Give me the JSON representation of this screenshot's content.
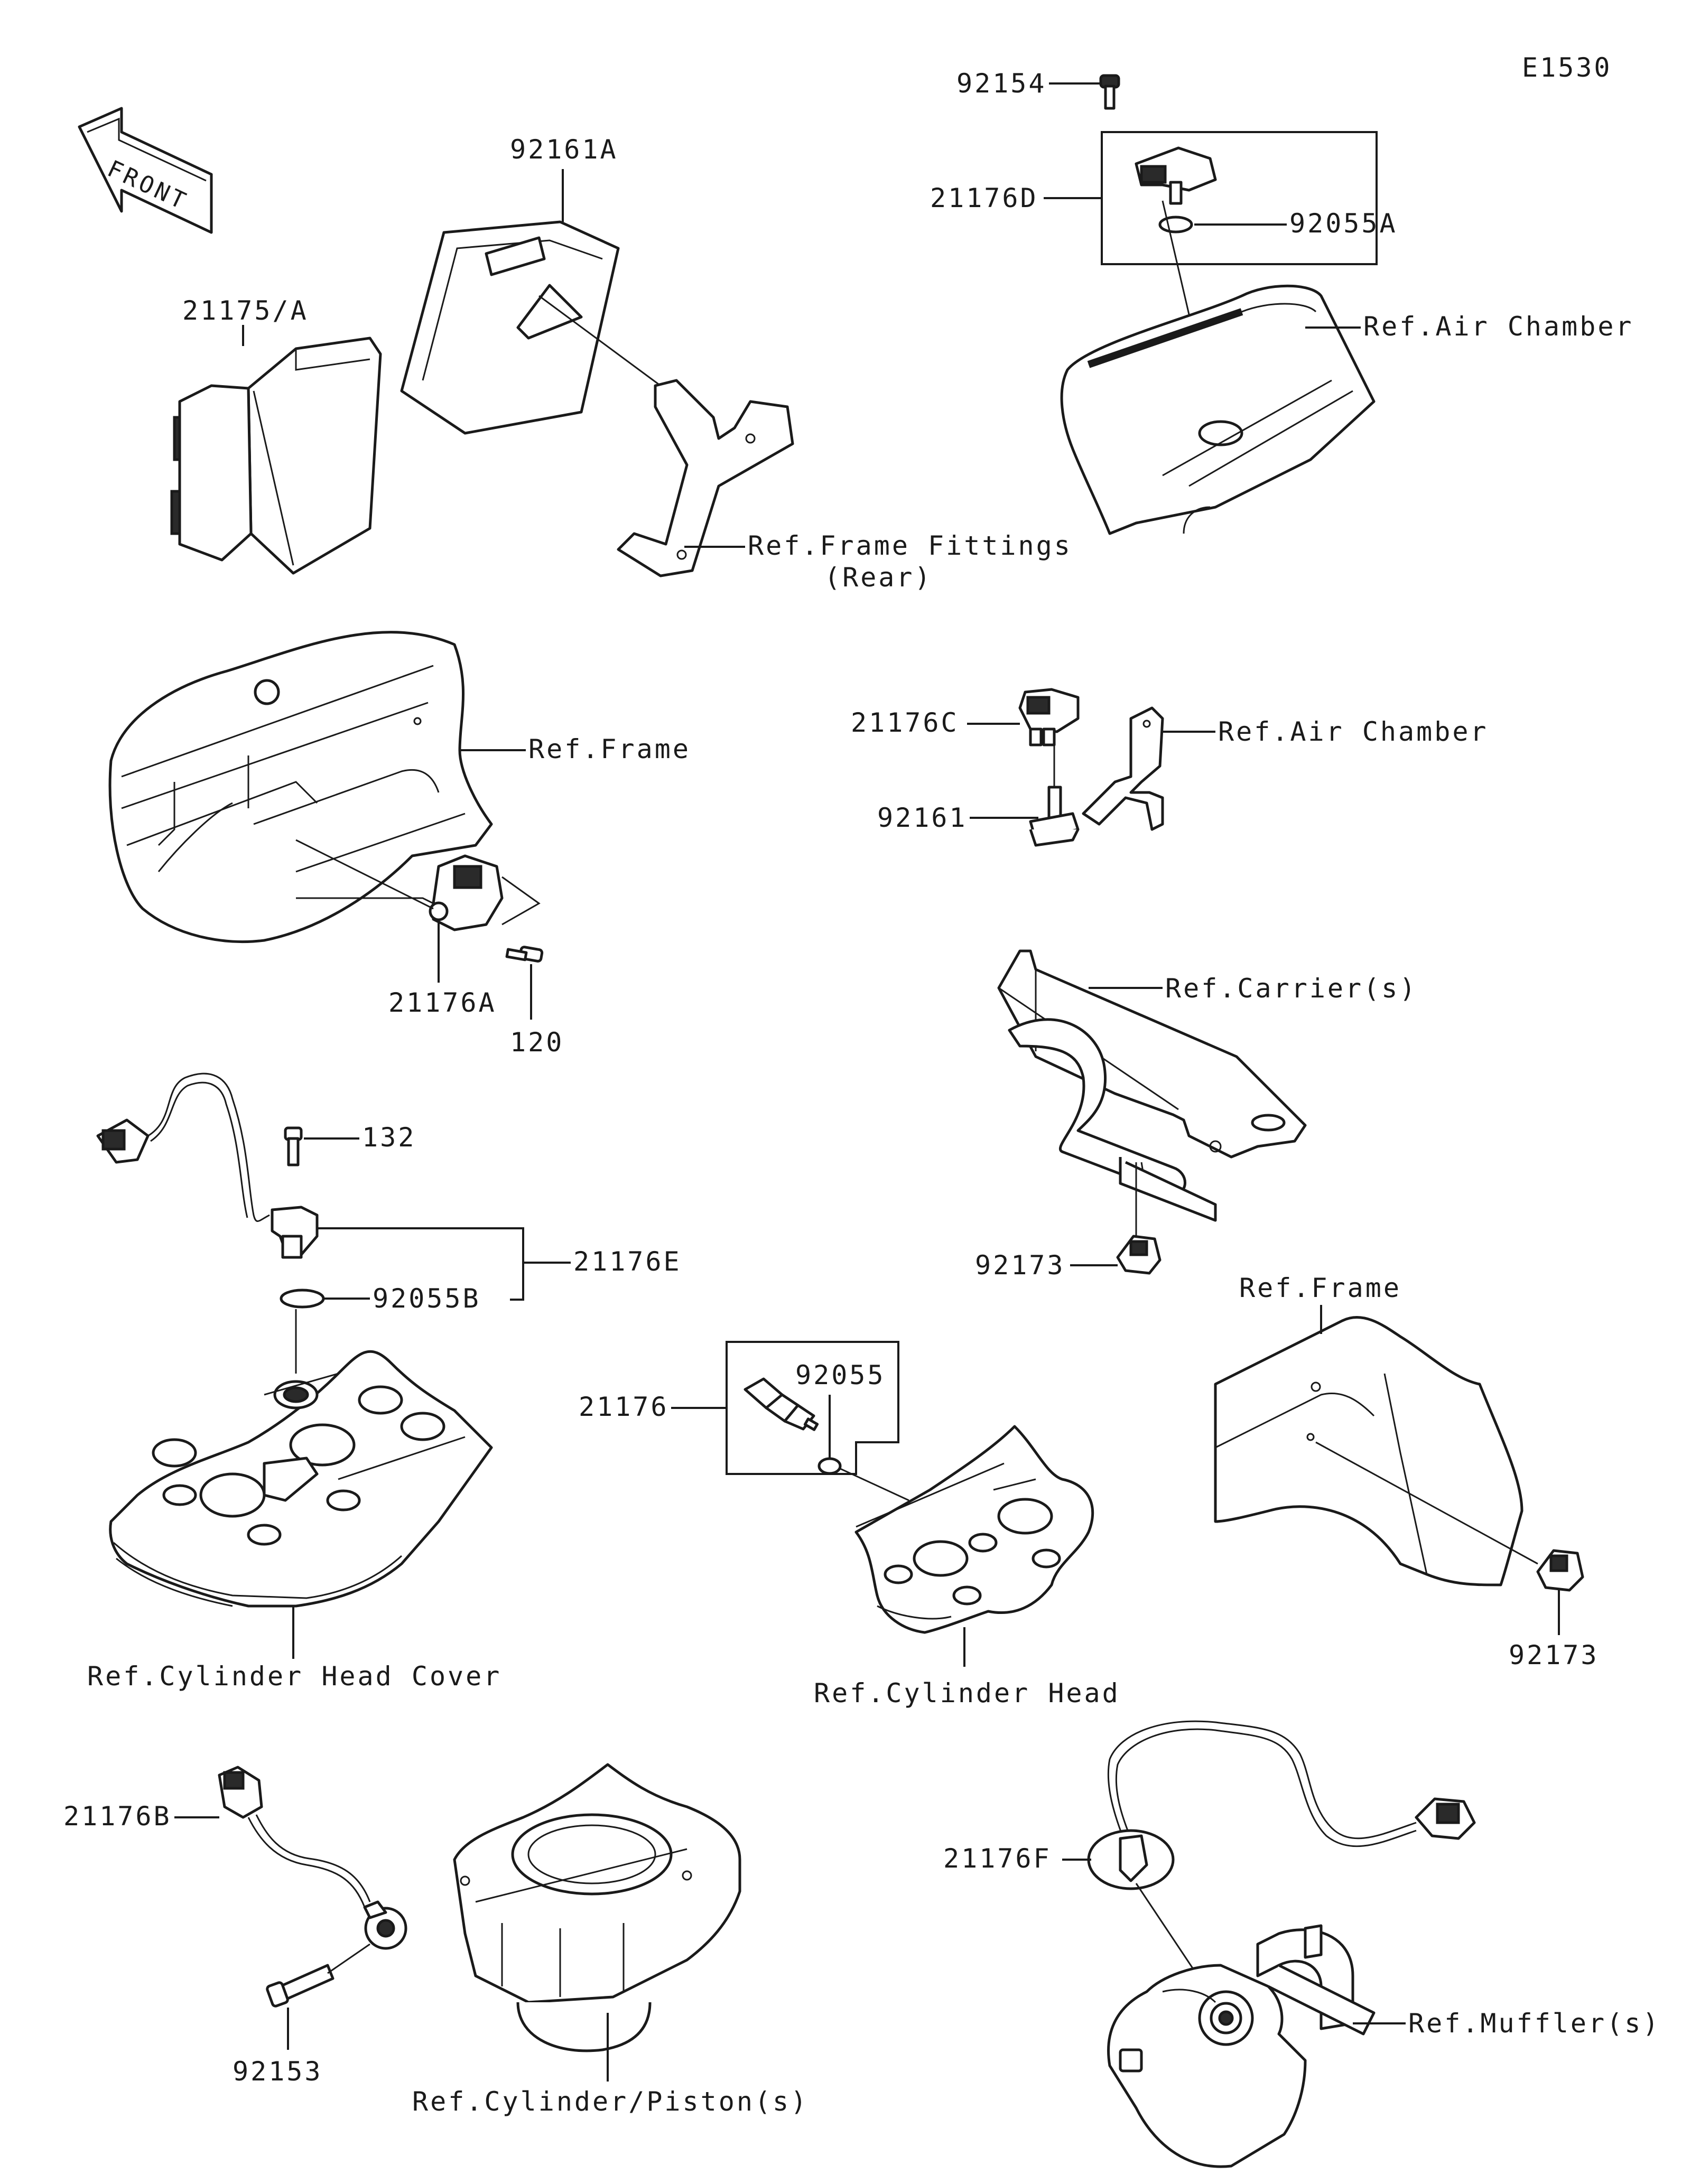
{
  "diagram_code": "E1530",
  "front_label": "FRONT",
  "labels": {
    "p92154": "92154",
    "p21176D": "21176D",
    "p92055A": "92055A",
    "refAirChamber1": "Ref.Air Chamber",
    "p92161A": "92161A",
    "p21175A": "21175/A",
    "refFrameFittings": "Ref.Frame Fittings",
    "refFrameFittingsSub": "(Rear)",
    "refFrame1": "Ref.Frame",
    "p21176A": "21176A",
    "p120": "120",
    "p21176C": "21176C",
    "refAirChamber2": "Ref.Air Chamber",
    "p92161": "92161",
    "refCarriers": "Ref.Carrier(s)",
    "p132": "132",
    "p21176E": "21176E",
    "p92055B": "92055B",
    "p92173a": "92173",
    "refFrame2": "Ref.Frame",
    "p92055": "92055",
    "p21176": "21176",
    "refCylinderHeadCover": "Ref.Cylinder Head Cover",
    "refCylinderHead": "Ref.Cylinder Head",
    "p92173b": "92173",
    "p21176B": "21176B",
    "p92153": "92153",
    "refCylinderPiston": "Ref.Cylinder/Piston(s)",
    "p21176F": "21176F",
    "refMufflers": "Ref.Muffler(s)"
  },
  "icons": [
    "front-arrow-icon"
  ]
}
